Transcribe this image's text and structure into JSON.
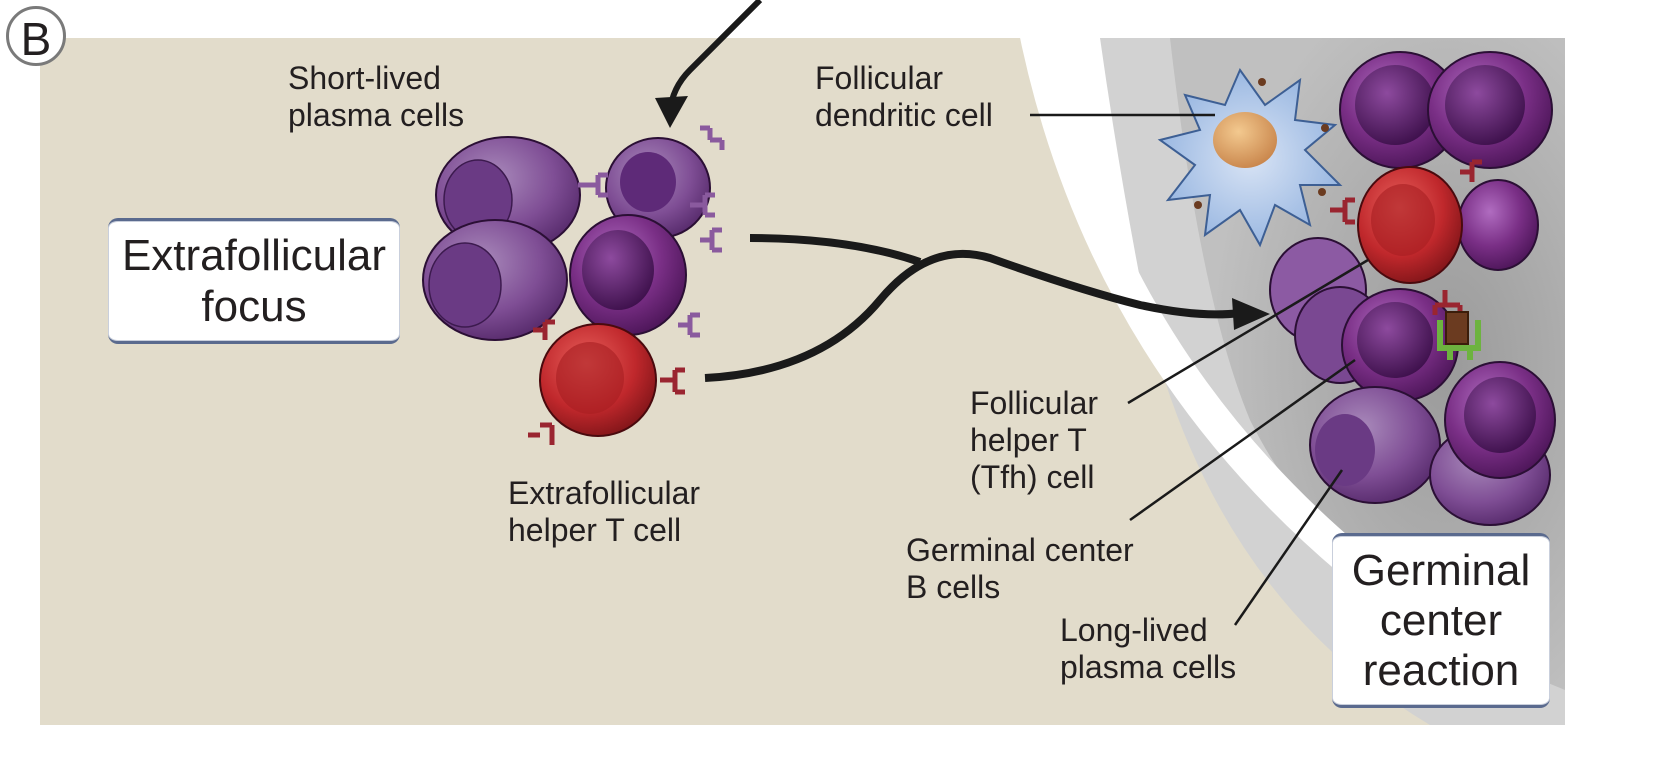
{
  "panel_letter": "B",
  "boxes": {
    "extrafollicular_focus": [
      "Extrafollicular",
      "focus"
    ],
    "germinal_center_reaction": [
      "Germinal",
      "center",
      "reaction"
    ]
  },
  "labels": {
    "short_lived_plasma_cells": [
      "Short-lived",
      "plasma cells"
    ],
    "follicular_dendritic_cell": [
      "Follicular",
      "dendritic cell"
    ],
    "extrafollicular_helper_t_cell": [
      "Extrafollicular",
      "helper T cell"
    ],
    "tfh_cell": [
      "Follicular",
      "helper T",
      "(Tfh) cell"
    ],
    "germinal_center_b_cells": [
      "Germinal center",
      "B cells"
    ],
    "long_lived_plasma_cells": [
      "Long-lived",
      "plasma cells"
    ]
  },
  "colors": {
    "background_tan": "#e2dccb",
    "follicle_gray": "#c4c4c4",
    "germinal_center_gray": "#a9a9a9",
    "b_cell_purple": "#7a2f86",
    "plasma_cell_purple": "#8a5a9e",
    "t_cell_red": "#c0282c",
    "dendritic_blue": "#a9c3e6",
    "receptor_green": "#6db33f",
    "arrow_black": "#1a1a1a"
  }
}
